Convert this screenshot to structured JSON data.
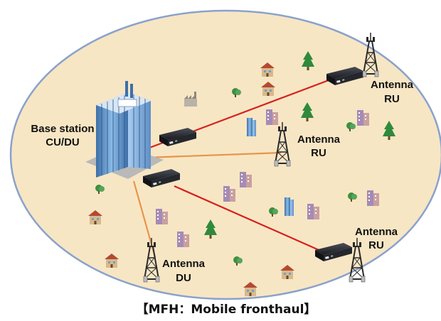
{
  "diagram": {
    "caption": "【MFH：Mobile fronthaul】",
    "base_station": {
      "line1": "Base station",
      "line2": "CU/DU"
    },
    "sites": [
      {
        "id": "ru-top",
        "line1": "Antenna",
        "line2": "RU"
      },
      {
        "id": "ru-middle",
        "line1": "Antenna",
        "line2": "RU"
      },
      {
        "id": "ru-bottom",
        "line1": "Antenna",
        "line2": "RU"
      },
      {
        "id": "du-bottom-left",
        "line1": "Antenna",
        "line2": "DU"
      }
    ],
    "colors": {
      "area_fill": "#f7e6c4",
      "area_stroke": "#8aa2cc",
      "link_red": "#d62020",
      "link_orange": "#e8944a",
      "equipment": "#1f2126",
      "tower": "#2a2a2a",
      "tree": "#2f8a3c",
      "building_glass": "#6a9fd6"
    }
  }
}
